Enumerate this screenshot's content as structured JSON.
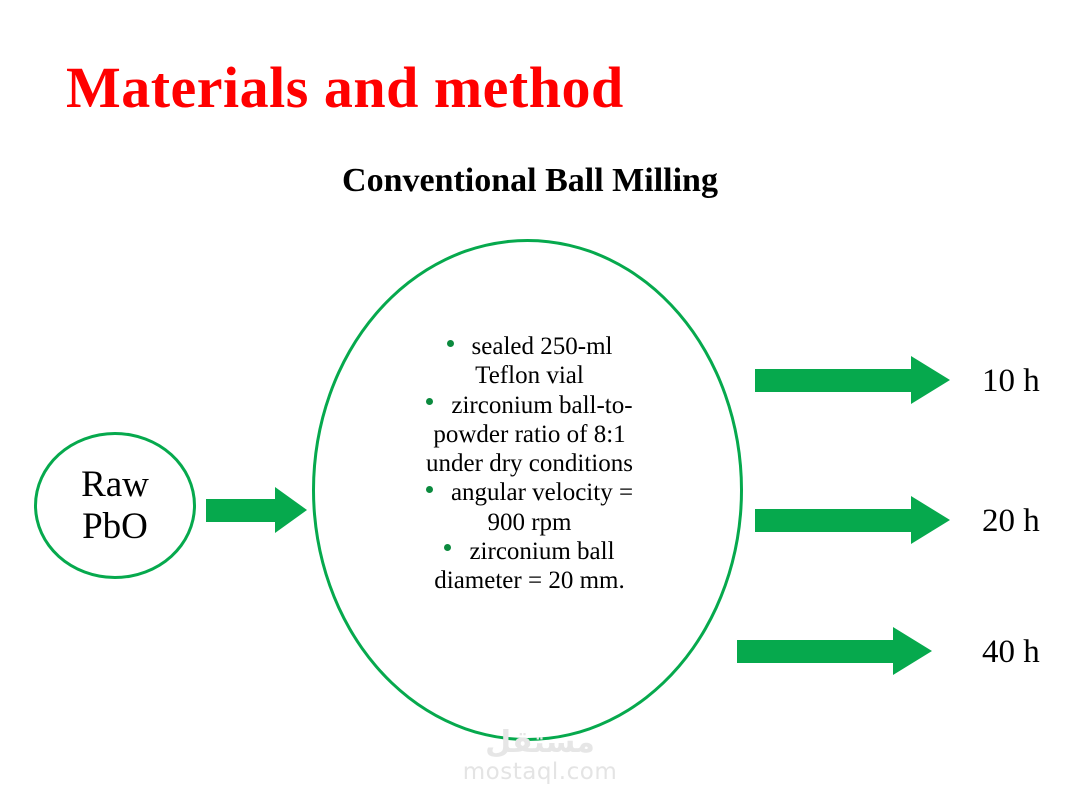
{
  "slide": {
    "title": "Materials and method",
    "subtitle": "Conventional  Ball Milling",
    "title_color": "#ff0000",
    "accent_color": "#06a94d",
    "background_color": "#ffffff"
  },
  "source": {
    "line1": "Raw",
    "line2": "PbO"
  },
  "process": {
    "bullets": [
      {
        "line1": "sealed 250-ml",
        "line2": "Teflon vial"
      },
      {
        "line1": "zirconium  ball-to-",
        "line2": "powder ratio of 8:1",
        "line3": "under dry conditions"
      },
      {
        "line1": "angular  velocity  =",
        "line2": "900 rpm"
      },
      {
        "line1": "zirconium  ball",
        "line2": "diameter = 20 mm."
      }
    ]
  },
  "outputs": [
    {
      "label": "10 h",
      "arrow": "green-right-arrow"
    },
    {
      "label": "20 h",
      "arrow": "green-right-arrow"
    },
    {
      "label": "40 h",
      "arrow": "green-right-arrow"
    }
  ],
  "input_arrow": {
    "icon": "green-right-arrow"
  },
  "watermark": {
    "arabic": "مستقل",
    "latin": "mostaql.com"
  }
}
